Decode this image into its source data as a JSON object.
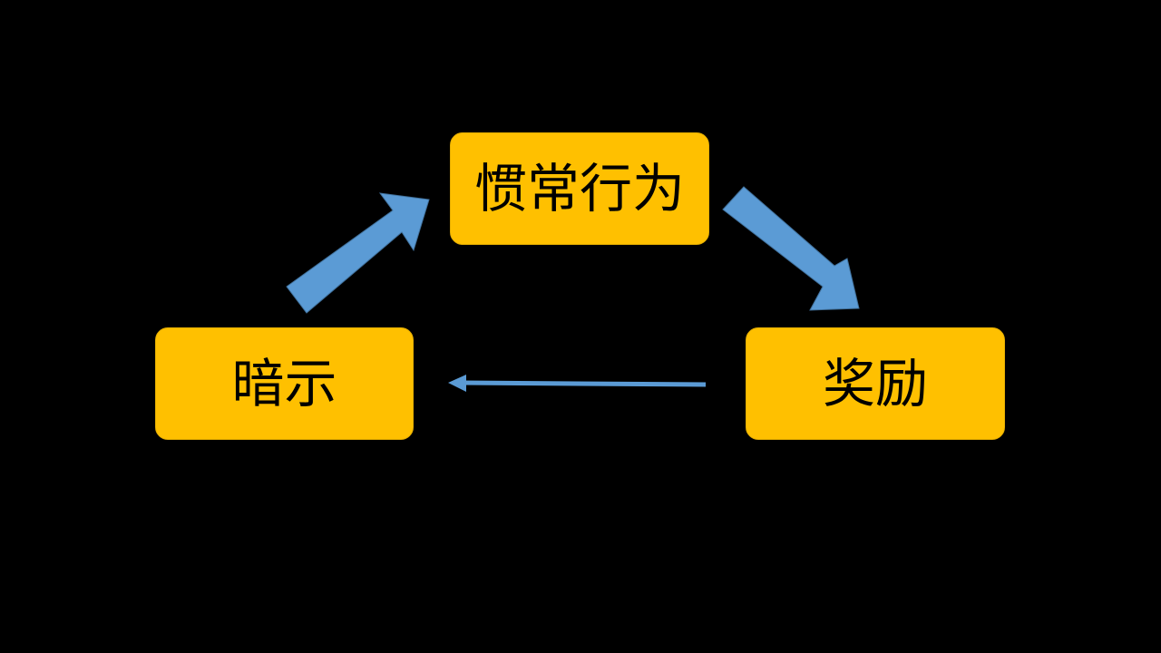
{
  "diagram": {
    "nodes": {
      "habit": "惯常行为",
      "cue": "暗示",
      "reward": "奖励"
    },
    "colors": {
      "background": "#000000",
      "node_fill": "#FFC000",
      "arrow": "#5B9BD5"
    }
  }
}
